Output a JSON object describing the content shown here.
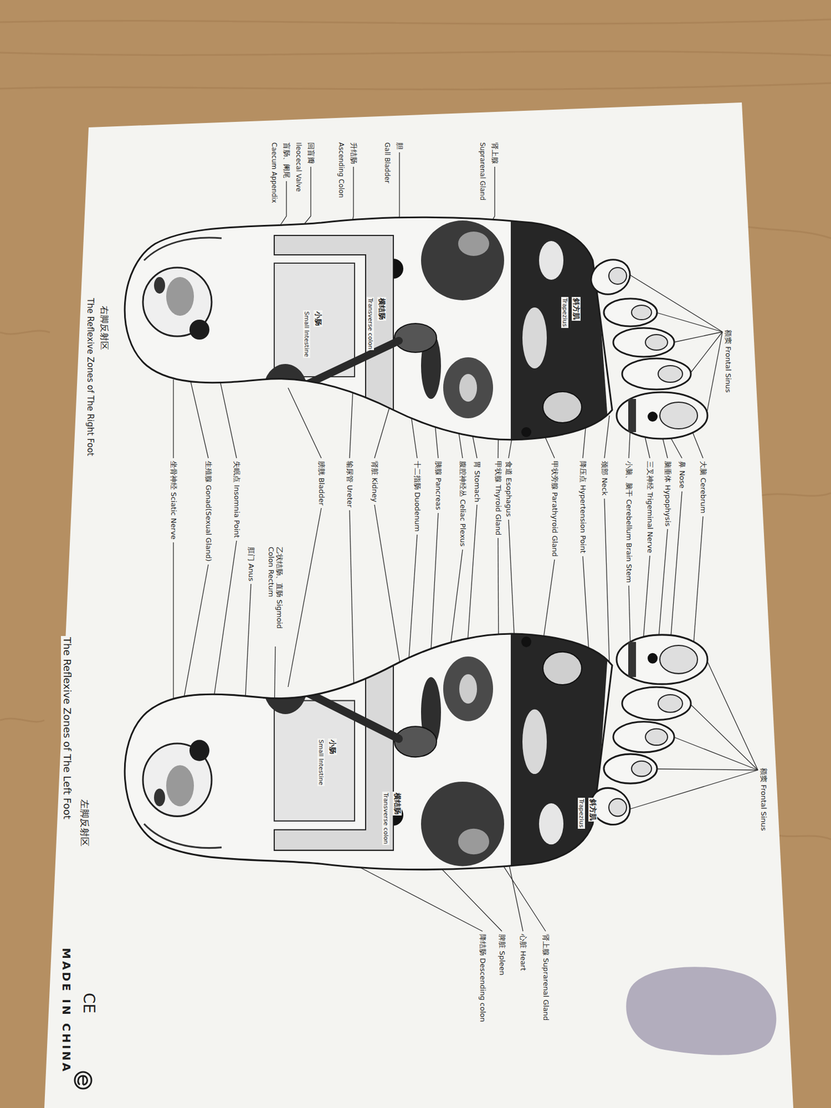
{
  "diagram": {
    "nodes": [
      {
        "text": [
          "斜方肌",
          "Trapezius",
          "横结肠",
          "Transverse colon",
          "小肠",
          "Small Intestine"
        ]
      },
      {
        "text": [
          "斜方肌",
          "Trapezius",
          "横结肠",
          "Transverse colon",
          "小肠",
          "Small Intestine"
        ]
      }
    ],
    "labels": [
      "额窦 Frontal Sinus",
      "额窦 Frontal Sinus",
      "大脑 Cerebrum",
      "鼻 Nose",
      "脑垂体 Hypophysis",
      "三叉神经 Trigeminal Nerve",
      "小脑、脑干 Cerebellum Brain Stem",
      "颈部 Neck",
      "降压点 Hypertension Point",
      "甲状旁腺 Parathyroid Gland",
      "食道 Esophagus",
      "甲状腺 Thyroid Gland",
      "胃 Stomach",
      "腹腔神经丛 Celiac Plexus",
      "胰腺 Pancreas",
      "十二指肠 Duodenum",
      "肾脏 Kidney",
      "输尿管 Ureter",
      "膀胱 Bladder",
      "乙状结肠、直肠 Sigmoid Colon Rectum",
      "肛门 Anus",
      "失眠点 Insomnia Point",
      "生殖腺 Gonad(Sexual Gland)",
      "坐骨神经 Sciatic Nerve",
      "肾上腺",
      "Suprarenal Gland",
      "胆",
      "Gall Bladder",
      "升结肠",
      "Ascending Colon",
      "回盲瓣",
      "Ileocecal Valve",
      "盲肠、阑尾",
      "Caecum Appendix",
      "肾上腺 Suprarenal Gland",
      "心脏 Heart",
      "脾脏 Spleen",
      "降结肠 Descending colon",
      "右脚反射区",
      "The Reflexive Zones of The Right Foot",
      "左脚反射区",
      "The Reflexive Zones of The Left Foot",
      "CE",
      "MADE IN CHINA"
    ]
  }
}
